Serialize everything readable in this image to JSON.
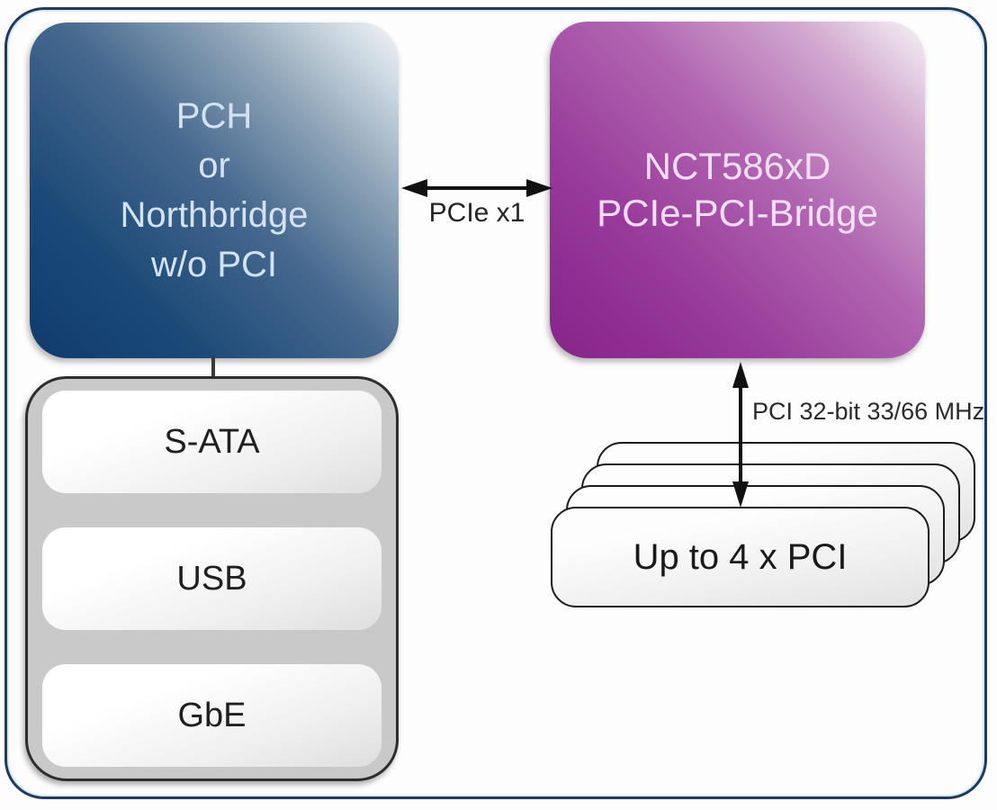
{
  "diagram": {
    "pch_box": {
      "lines": [
        "PCH",
        "or",
        "Northbridge",
        "w/o PCI"
      ]
    },
    "bridge_box": {
      "lines": [
        "NCT586xD",
        "PCIe-PCI-Bridge"
      ]
    },
    "pcie_link": {
      "label": "PCIe x1"
    },
    "pci_bus": {
      "label": "PCI 32-bit 33/66 MHz"
    },
    "io_stack": {
      "items": [
        "S-ATA",
        "USB",
        "GbE"
      ]
    },
    "pci_slots": {
      "label": "Up to 4 x PCI",
      "visible_cards": 4
    },
    "colors": {
      "pch_gradient_dark": "#0e3b6b",
      "pch_gradient_light": "#f3f6f8",
      "pch_text": "#d3e3f5",
      "bridge_gradient_dark": "#86248a",
      "bridge_gradient_light": "#f7f0f6",
      "bridge_text": "#f4def6",
      "io_container_fill": "#c9c9c9",
      "card_fill": "#fdfdfd",
      "frame_border": "#1e3a5c",
      "frame_inner_highlight": "#d5ecf6",
      "arrow": "#111111",
      "label_text": "#252525"
    }
  }
}
